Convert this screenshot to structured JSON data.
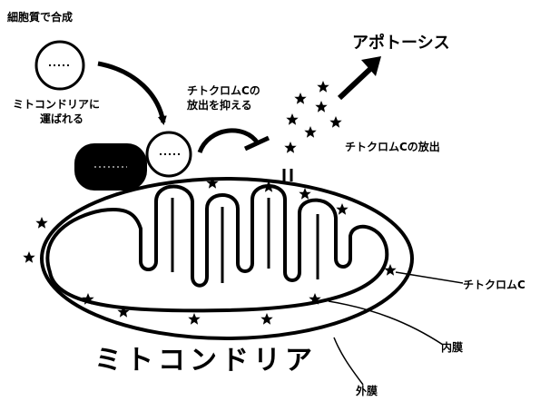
{
  "labels": {
    "synthesis": "細胞質で合成",
    "transport_line1": "ミトコンドリアに",
    "transport_line2": "運ばれる",
    "inhibit_line1": "チトクロムCの",
    "inhibit_line2": "放出を抑える",
    "apoptosis": "アポトーシス",
    "cyto_release": "チトクロムCの放出",
    "cytochrome_c": "チトクロムC",
    "inner_membrane": "内膜",
    "outer_membrane": "外膜",
    "title": "ミトコンドリア"
  },
  "colors": {
    "ink": "#000000",
    "paper": "#ffffff"
  }
}
